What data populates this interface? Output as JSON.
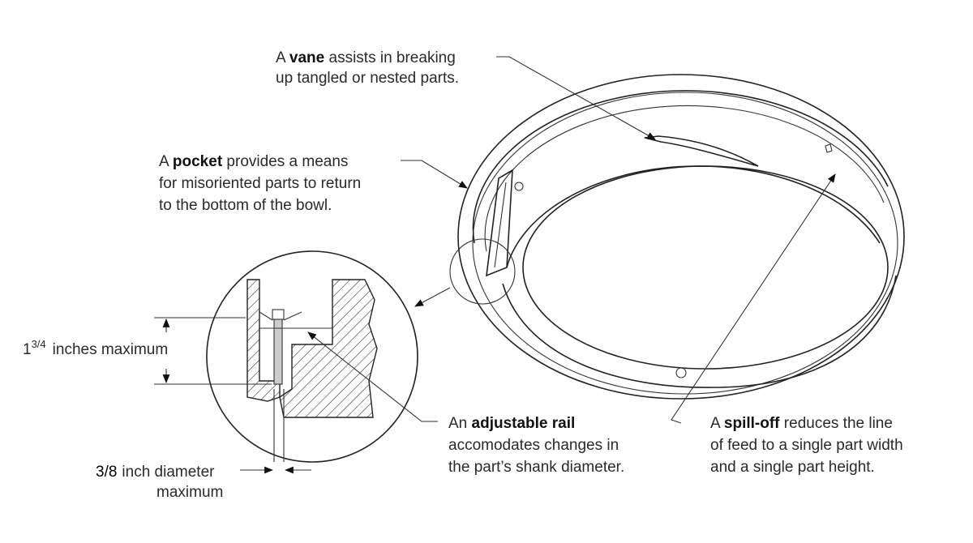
{
  "vane": {
    "pre": "A ",
    "bold": "vane",
    "post": " assists in breaking",
    "line2": "up tangled or nested parts."
  },
  "pocket": {
    "pre": "A ",
    "bold": "pocket",
    "post": " provides a means",
    "line2": "for misoriented parts to return",
    "line3": "to the bottom of the bowl."
  },
  "height_dim": {
    "whole": "1",
    "fraction": "3/4",
    "text": "inches maximum"
  },
  "diameter_dim": {
    "value": "3/8",
    "line1": "inch diameter",
    "line2": "maximum"
  },
  "rail": {
    "pre": "An ",
    "bold": "adjustable rail",
    "line2": "accomodates changes in",
    "line3": "the part’s shank diameter."
  },
  "spill": {
    "pre": "A ",
    "bold": "spill-off",
    "post": " reduces the line",
    "line2": "of feed to a single part width",
    "line3": "and a single part height."
  }
}
